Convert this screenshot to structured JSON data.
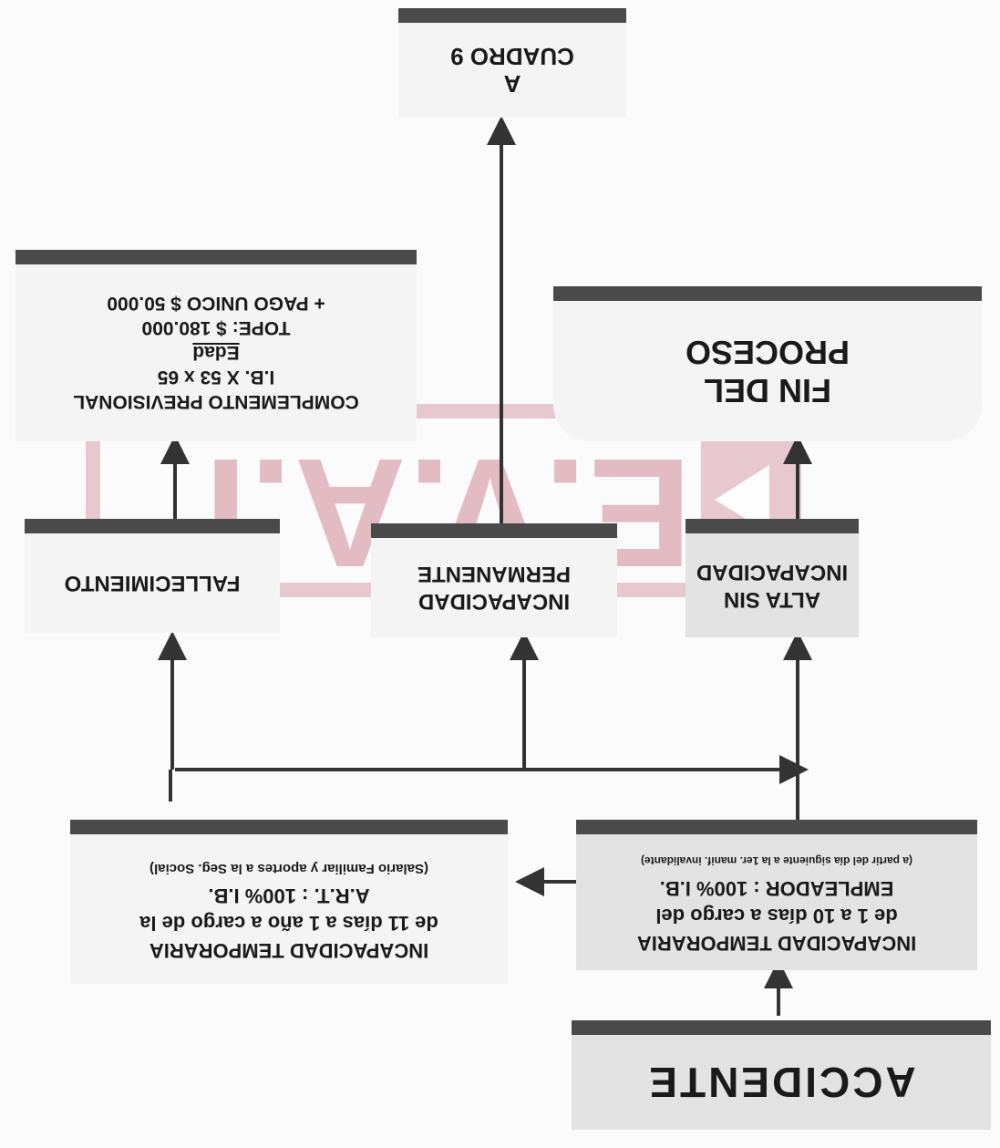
{
  "boxes": {
    "accidente": {
      "title": "ACCIDENTE"
    },
    "it_employer": {
      "line1": "INCAPACIDAD TEMPORARIA",
      "line2": "de 1 a 10 días a cargo del",
      "line3": "EMPLEADOR : 100% I.B.",
      "note": "(a partir del día siguiente a la 1er. manif. invalidante)"
    },
    "it_art": {
      "line1": "INCAPACIDAD TEMPORARIA",
      "line2": "de 11 días a 1 año a cargo de  la",
      "line3": "A.R.T. : 100% I.B.",
      "note": "(Salario Familiar y aportes a la Seg. Social)"
    },
    "alta": {
      "line1": "ALTA SIN",
      "line2": "INCAPACIDAD"
    },
    "permanente": {
      "line1": "INCAPACIDAD",
      "line2": "PERMANENTE"
    },
    "fallecimiento": {
      "title": "FALLECIMIENTO"
    },
    "fin": {
      "line1": "FIN DEL",
      "line2": "PROCESO"
    },
    "cuadro": {
      "line1": "A",
      "line2": "CUADRO 9"
    },
    "complemento": {
      "title": "COMPLEMENTO PREVISIONAL",
      "formula": "I.B. X 53  x   65",
      "formula_den": "Edad",
      "tope": "TOPE: $ 180.000",
      "pago": "+ PAGO UNICO $ 50.000"
    }
  },
  "watermark": {
    "text": "E.V.A.I",
    "color": "#d08796"
  }
}
